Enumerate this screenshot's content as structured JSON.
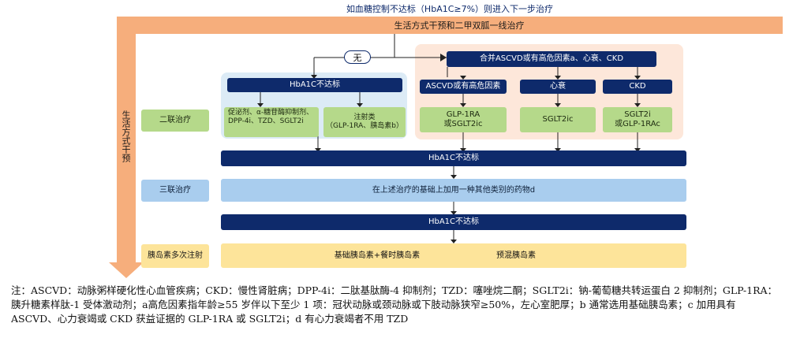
{
  "top_banner": "如血糖控制不达标（HbA1C≥7%）则进入下一步治疗",
  "first_line": "生活方式干预和二甲双胍一线治疗",
  "side_label": "生活方式干预",
  "no_label": "无",
  "ascvd_header": "合并ASCVD或有高危因素a、心衰、CKD",
  "sub_headers": {
    "ascvd": "ASCVD或有高危因素",
    "hf": "心衰",
    "ckd": "CKD"
  },
  "green_options": {
    "ascvd": "GLP-1RA\n或SGLT2ic",
    "hf": "SGLT2ic",
    "ckd": "SGLT2i\n或GLP-1RAc"
  },
  "hba_not_met": "HbA1C不达标",
  "oral_box": "促泌剂、α-糖苷酶抑制剂、DPP-4i、TZD、SGLT2i",
  "inject_box": "注射类\n（GLP-1RA、胰岛素b）",
  "stage_labels": {
    "dual": "二联治疗",
    "triple": "三联治疗",
    "insulin": "胰岛素多次注射"
  },
  "triple_text": "在上述治疗的基础上加用一种其他类别的药物d",
  "insulin_left": "基础胰岛素+餐时胰岛素",
  "insulin_right": "预混胰岛素",
  "footnote": "注：ASCVD：动脉粥样硬化性心血管疾病；CKD：慢性肾脏病；DPP-4i：二肽基肽酶-4 抑制剂；TZD：噻唑烷二酮；SGLT2i：钠-葡萄糖共转运蛋白 2 抑制剂；GLP-1RA：胰升糖素样肽-1 受体激动剂；a高危因素指年龄≥55 岁伴以下至少 1 项：冠状动脉或颈动脉或下肢动脉狭窄≥50%，左心室肥厚；b 通常选用基础胰岛素；c 加用具有 ASCVD、心力衰竭或 CKD 获益证据的 GLP-1RA 或 SGLT2i；d 有心力衰竭者不用 TZD",
  "colors": {
    "navy": "#0e2a6b",
    "orange": "#f6ae7c",
    "green": "#b5d98a",
    "blue": "#a9cdee",
    "yellow": "#fde49a"
  }
}
